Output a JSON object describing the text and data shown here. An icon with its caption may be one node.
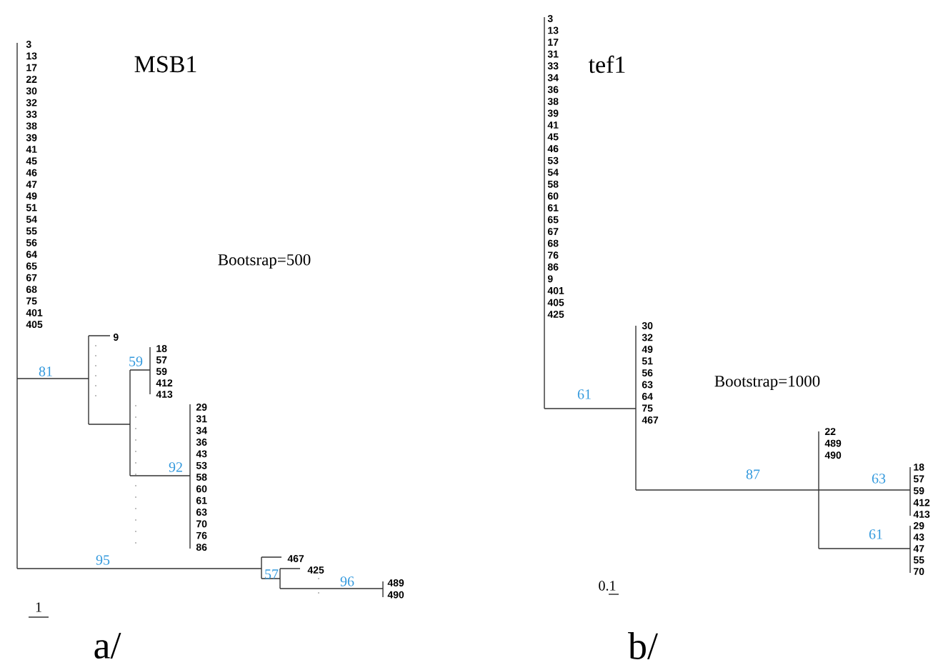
{
  "diagram": {
    "labels": [
      "MSB1",
      "Bootsrap=500",
      "3",
      "13",
      "17",
      "22",
      "30",
      "32",
      "33",
      "38",
      "39",
      "41",
      "45",
      "46",
      "47",
      "49",
      "51",
      "54",
      "55",
      "56",
      "64",
      "65",
      "67",
      "68",
      "75",
      "401",
      "405",
      "9",
      "81",
      "59",
      "18",
      "57",
      "59",
      "412",
      "413",
      "29",
      "31",
      "34",
      "36",
      "43",
      "53",
      "58",
      "60",
      "61",
      "63",
      "70",
      "76",
      "86",
      "92",
      "95",
      "467",
      "57",
      "425",
      "96",
      "489",
      "490",
      "1",
      "a/",
      "tef1",
      "Bootstrap=1000",
      "3",
      "13",
      "17",
      "31",
      "33",
      "34",
      "36",
      "38",
      "39",
      "41",
      "45",
      "46",
      "53",
      "54",
      "58",
      "60",
      "61",
      "65",
      "67",
      "68",
      "76",
      "86",
      "9",
      "401",
      "405",
      "425",
      "30",
      "32",
      "49",
      "51",
      "56",
      "63",
      "64",
      "75",
      "467",
      "61",
      "22",
      "489",
      "490",
      "87",
      "63",
      "18",
      "57",
      "59",
      "412",
      "413",
      "61",
      "29",
      "43",
      "47",
      "55",
      "70",
      "0.1",
      "b/"
    ]
  }
}
